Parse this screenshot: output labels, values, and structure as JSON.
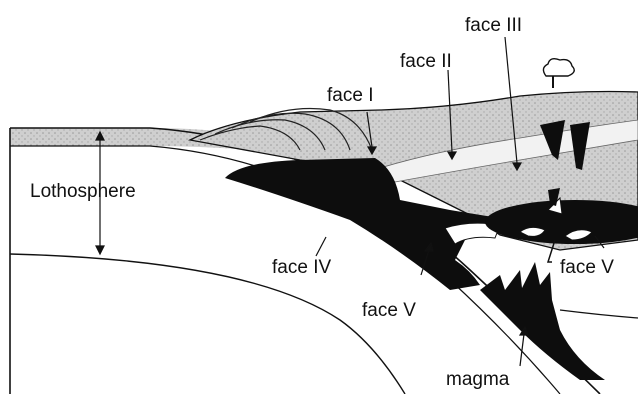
{
  "labels": {
    "face_i": "face I",
    "face_ii": "face II",
    "face_iii": "face III",
    "face_iv": "face IV",
    "face_v_center": "face V",
    "face_v_right": "face V",
    "lithosphere": "Lothosphere",
    "magma": "magma"
  },
  "colors": {
    "sediment": "#c9c9c9",
    "crust_light": "#e3e3e3",
    "magma_body": "#0d0d0d",
    "outline": "#111111"
  }
}
